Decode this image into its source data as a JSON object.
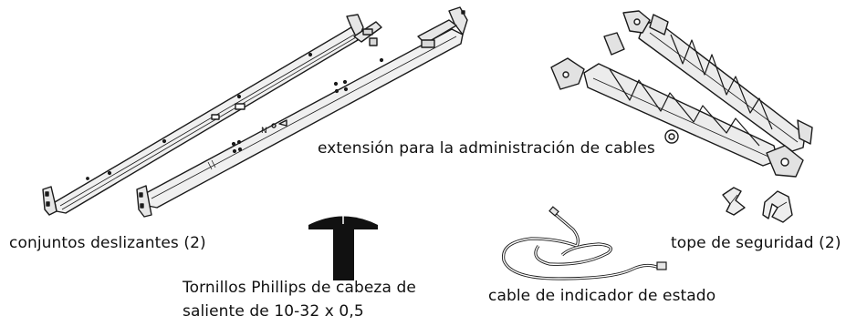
{
  "labels": {
    "slide_assemblies": "conjuntos deslizantes (2)",
    "cable_management_arm": "extensión para la administración de cables",
    "safety_stop": "tope de seguridad (2)",
    "screw_line1": "Tornillos Phillips de cabeza de",
    "screw_line2": "saliente de 10-32 x 0,5",
    "status_cable": "cable de indicador de estado"
  },
  "colors": {
    "line": "#1a1a1a",
    "part_fill": "#ececec",
    "screw_fill": "#111111"
  },
  "icons": {
    "rails": "slide-rails-illustration",
    "arm": "cable-management-arm-illustration",
    "stops": "safety-stop-clips-illustration",
    "screw": "phillips-screw-illustration",
    "cable": "status-indicator-cable-illustration"
  }
}
